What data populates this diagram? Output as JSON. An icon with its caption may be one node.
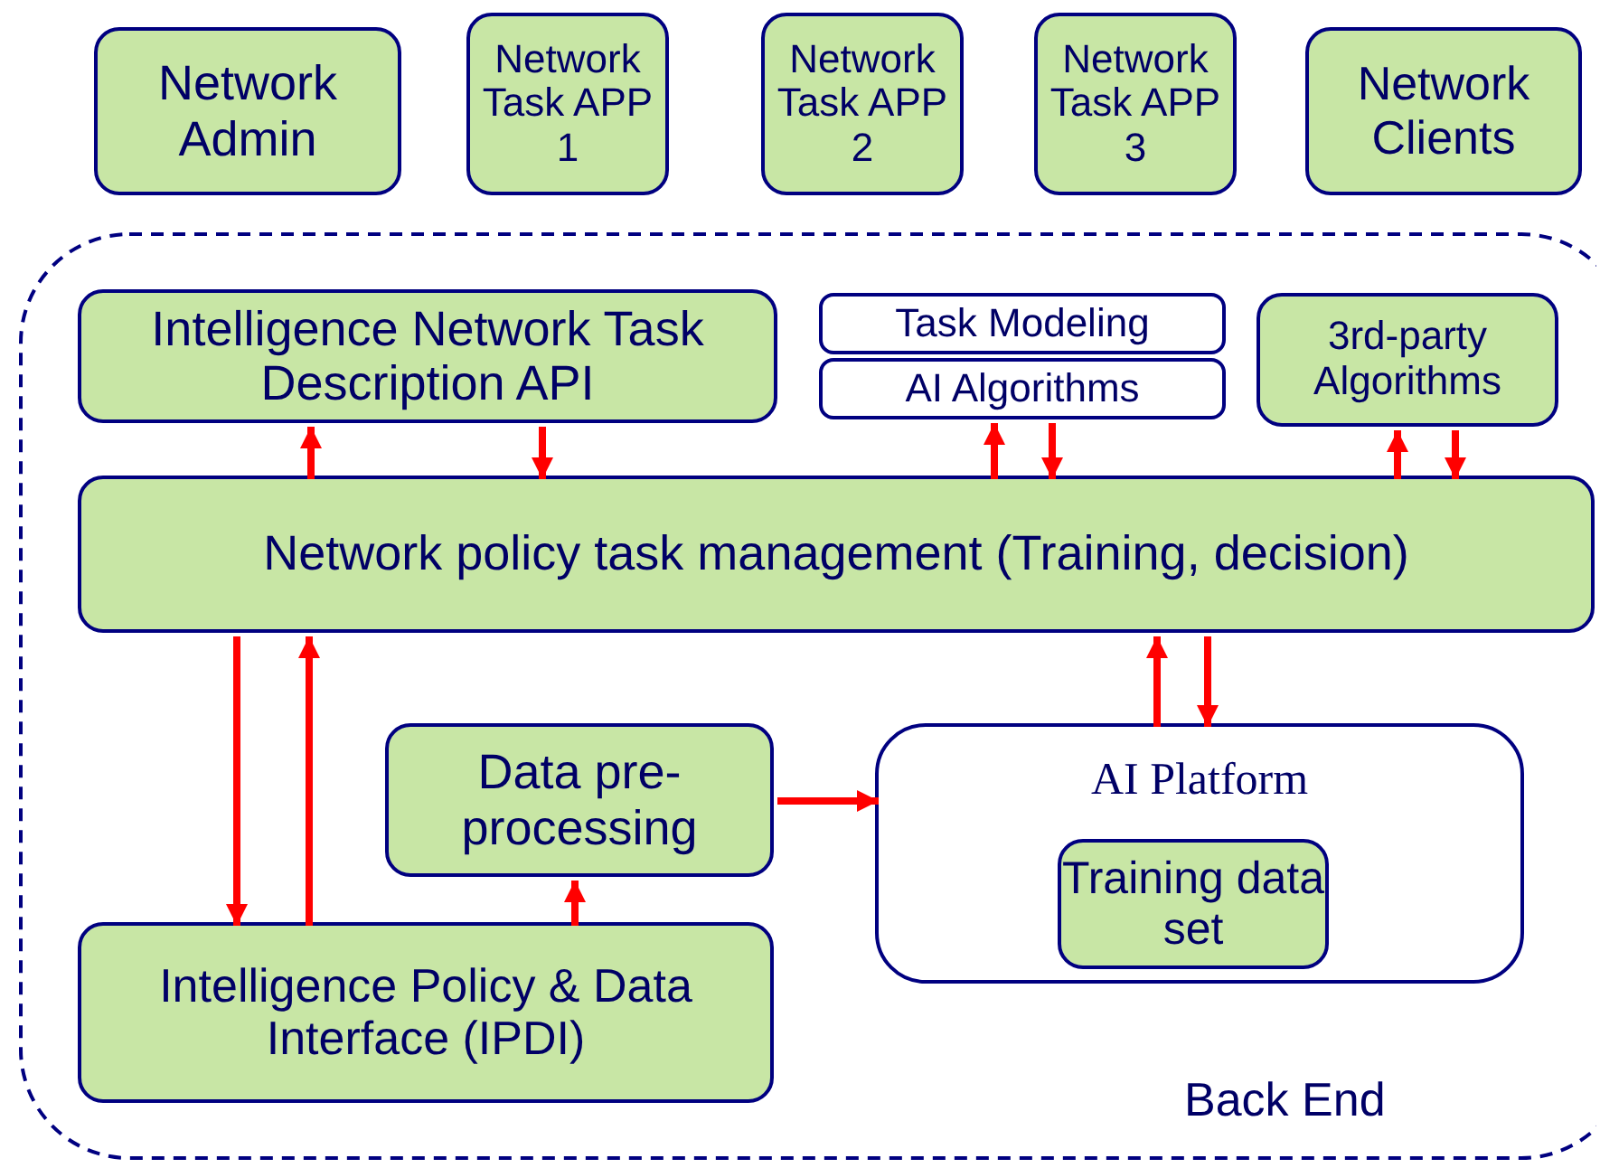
{
  "diagram": {
    "nodes": [
      {
        "text": [
          "Network Admin"
        ]
      },
      {
        "text": [
          "Network Task APP 1"
        ]
      },
      {
        "text": [
          "Network Task APP 2"
        ]
      },
      {
        "text": [
          "Network Task APP 3"
        ]
      },
      {
        "text": [
          "Network Clients"
        ]
      },
      {
        "text": [
          "Back End"
        ]
      },
      {
        "text": [
          "Intelligence Network Task Description API"
        ],
        "in": 5
      },
      {
        "text": [
          "Task Modeling"
        ],
        "in": 5
      },
      {
        "text": [
          "AI Algorithms"
        ],
        "in": 5
      },
      {
        "text": [
          "3rd-party Algorithms"
        ],
        "in": 5
      },
      {
        "text": [
          "Network policy task management (Training, decision)"
        ],
        "in": 5
      },
      {
        "text": [
          "Data pre-processing"
        ],
        "in": 5
      },
      {
        "text": [
          "AI Platform"
        ],
        "in": 5
      },
      {
        "text": [
          "Training data set"
        ],
        "in": 12
      },
      {
        "text": [
          "Intelligence Policy & Data Interface (IPDI)"
        ],
        "in": 5
      }
    ],
    "edges": [
      {
        "from": 10,
        "to": 6,
        "arrow": "to"
      },
      {
        "from": 6,
        "to": 10,
        "arrow": "to"
      },
      {
        "from": 10,
        "to": 8,
        "arrow": "to"
      },
      {
        "from": 8,
        "to": 10,
        "arrow": "to"
      },
      {
        "from": 10,
        "to": 9,
        "arrow": "to"
      },
      {
        "from": 9,
        "to": 10,
        "arrow": "to"
      },
      {
        "from": 10,
        "to": 14,
        "arrow": "to"
      },
      {
        "from": 14,
        "to": 10,
        "arrow": "to"
      },
      {
        "from": 14,
        "to": 11,
        "arrow": "to"
      },
      {
        "from": 11,
        "to": 12,
        "arrow": "to"
      },
      {
        "from": 12,
        "to": 10,
        "arrow": "to"
      },
      {
        "from": 10,
        "to": 12,
        "arrow": "to"
      }
    ]
  }
}
